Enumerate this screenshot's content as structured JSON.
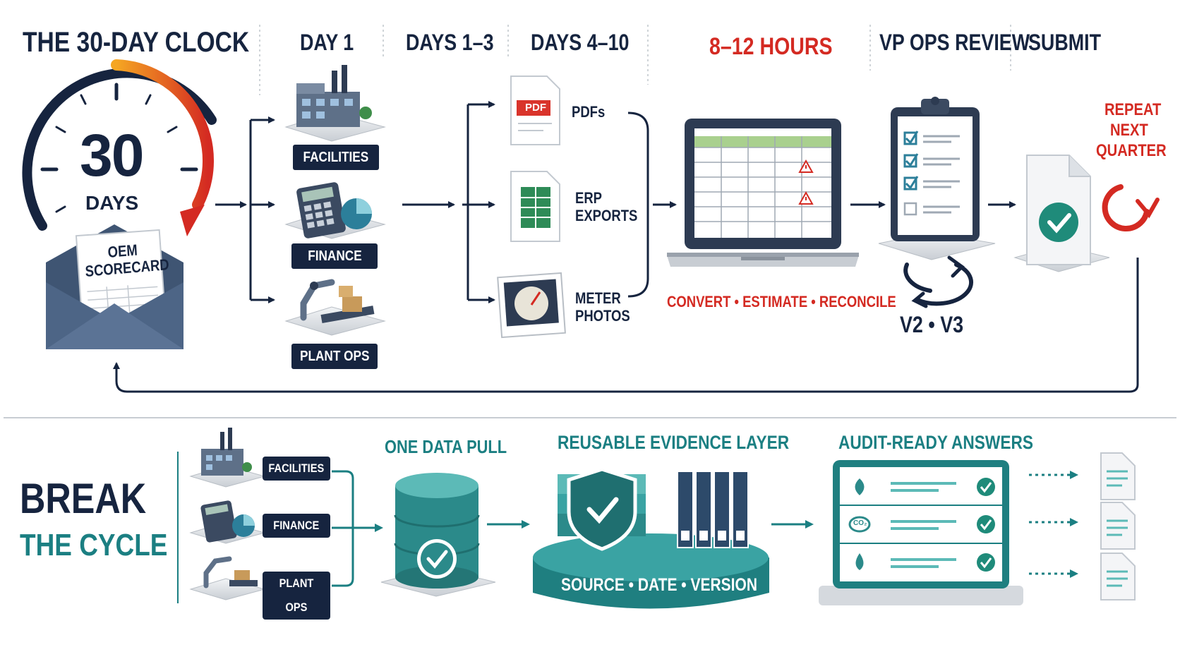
{
  "top": {
    "title": "THE 30-DAY CLOCK",
    "stages": [
      "DAY 1",
      "DAYS 1–3",
      "DAYS 4–10",
      "8–12 HOURS",
      "VP OPS REVIEW",
      "SUBMIT"
    ],
    "clock": {
      "number": "30",
      "unit": "DAYS"
    },
    "scorecard": {
      "line1": "OEM",
      "line2": "SCORECARD"
    },
    "departments": [
      "FACILITIES",
      "FINANCE",
      "PLANT OPS"
    ],
    "sources": [
      {
        "icon_text": "PDF",
        "label1": "PDFs",
        "label2": ""
      },
      {
        "icon_text": "",
        "label1": "ERP",
        "label2": "EXPORTS"
      },
      {
        "icon_text": "",
        "label1": "METER",
        "label2": "PHOTOS"
      }
    ],
    "laptop_caption": "CONVERT • ESTIMATE • RECONCILE",
    "versions": "V2 • V3",
    "repeat": [
      "REPEAT",
      "NEXT",
      "QUARTER"
    ]
  },
  "bottom": {
    "title1": "BREAK",
    "title2": "THE CYCLE",
    "departments": [
      "FACILITIES",
      "FINANCE",
      "PLANT OPS"
    ],
    "step1": "ONE DATA PULL",
    "step2": "REUSABLE EVIDENCE LAYER",
    "step2_band": "SOURCE • DATE • VERSION",
    "step3": "AUDIT-READY ANSWERS",
    "co2_label": "CO₂"
  },
  "colors": {
    "navy": "#16243f",
    "red": "#d42a22",
    "teal": "#1b7f82",
    "teal_light": "#3aa3a3",
    "green": "#2e8b57"
  }
}
